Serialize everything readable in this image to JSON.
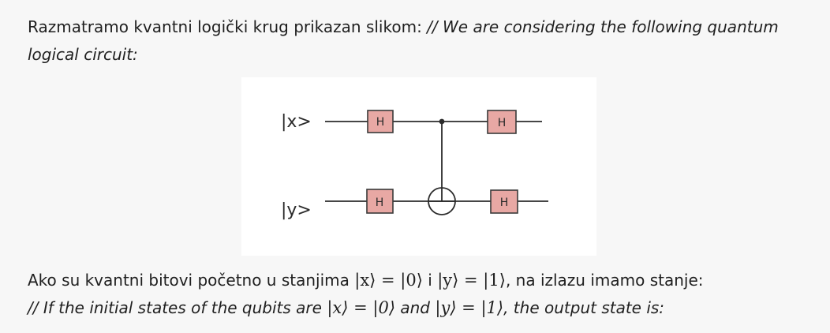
{
  "intro": {
    "hr": "Razmatramo kvantni logički krug prikazan slikom:",
    "separator": "//",
    "en": "We are considering the following quantum logical circuit:"
  },
  "circuit": {
    "input_top": "|x>",
    "input_bottom": "|y>",
    "gate_label": "H"
  },
  "question": {
    "hr_prefix": "Ako su kvantni bitovi početno u stanjima",
    "hr_and": "i",
    "hr_suffix": ", na izlazu imamo stanje:",
    "separator": "//",
    "en_prefix": "If the initial states of the qubits are",
    "en_and": "and",
    "en_suffix": ", the output state is:",
    "math_x": "|x⟩ = |0⟩",
    "math_y": "|y⟩ = |1⟩"
  }
}
